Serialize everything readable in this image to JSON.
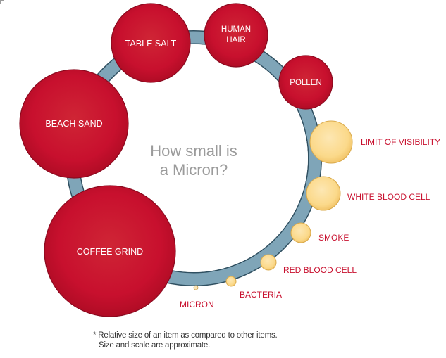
{
  "title": {
    "line1": "How small is",
    "line2": "a Micron?"
  },
  "items": {
    "table_salt": "TABLE SALT",
    "human_hair": {
      "line1": "HUMAN",
      "line2": "HAIR"
    },
    "pollen": "POLLEN",
    "beach_sand": "BEACH SAND",
    "coffee_grind": "COFFEE GRIND",
    "limit_of_visibility": "LIMIT OF VISIBILITY",
    "white_blood_cell": "WHITE BLOOD CELL",
    "smoke": "SMOKE",
    "red_blood_cell": "RED BLOOD CELL",
    "bacteria": "BACTERIA",
    "micron": "MICRON"
  },
  "footnote": {
    "line1": "* Relative size of an item as compared to other items.",
    "line2": "Size and scale are approximate."
  },
  "colors": {
    "ring": "#7fa5b8",
    "red_circle": "#c8102e",
    "yellow_circle": "#fbd98a",
    "label_red": "#c8102e",
    "title_gray": "#9b9b9b"
  }
}
